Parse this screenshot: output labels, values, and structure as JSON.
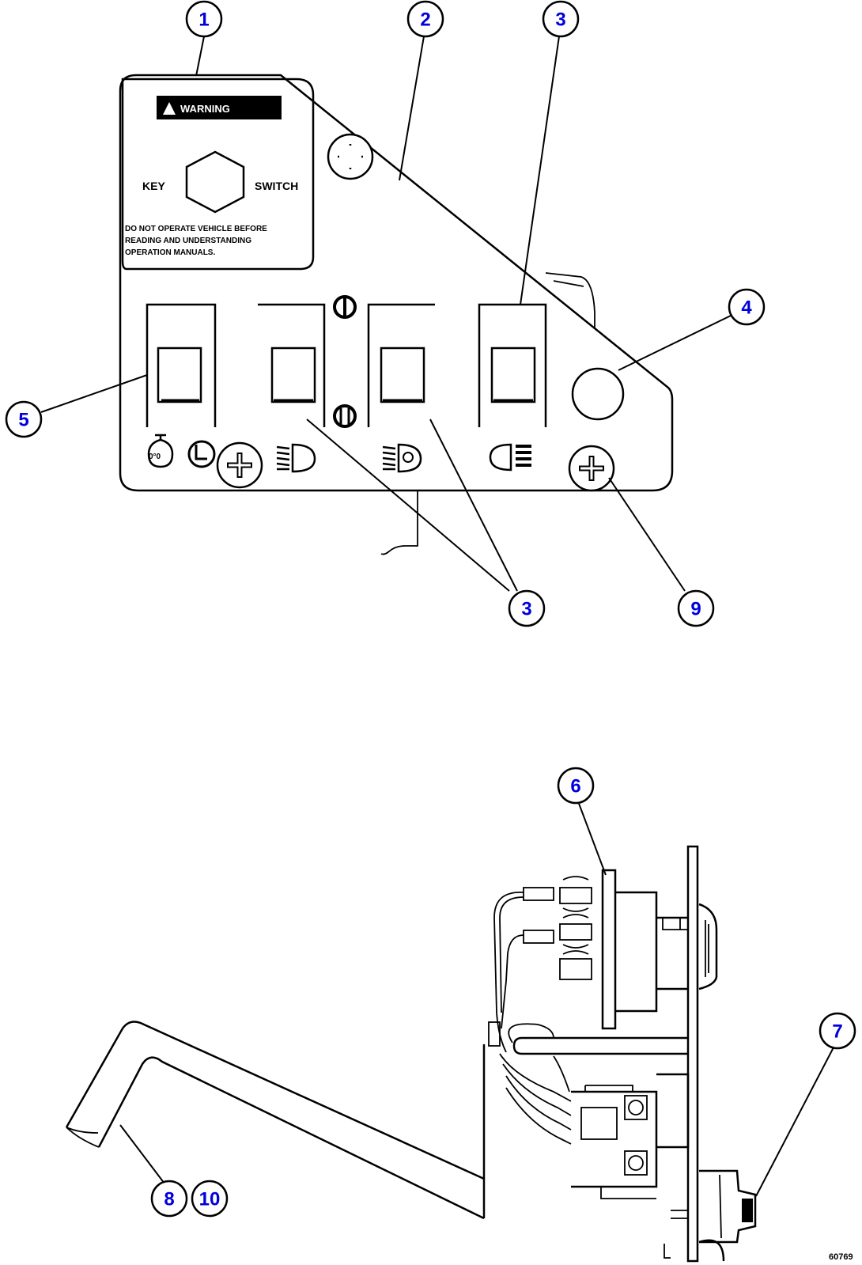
{
  "decal": {
    "warning_title": "WARNING",
    "key_label": "KEY",
    "switch_label": "SWITCH",
    "caution_lines": [
      "DO NOT OPERATE VEHICLE BEFORE",
      "READING AND UNDERSTANDING",
      "OPERATION MANUALS."
    ]
  },
  "callouts": {
    "c1": "1",
    "c2": "2",
    "c3_top": "3",
    "c3_bottom": "3",
    "c4": "4",
    "c5": "5",
    "c6": "6",
    "c7": "7",
    "c8": "8",
    "c9": "9",
    "c10": "10"
  },
  "figure_code": "60769"
}
